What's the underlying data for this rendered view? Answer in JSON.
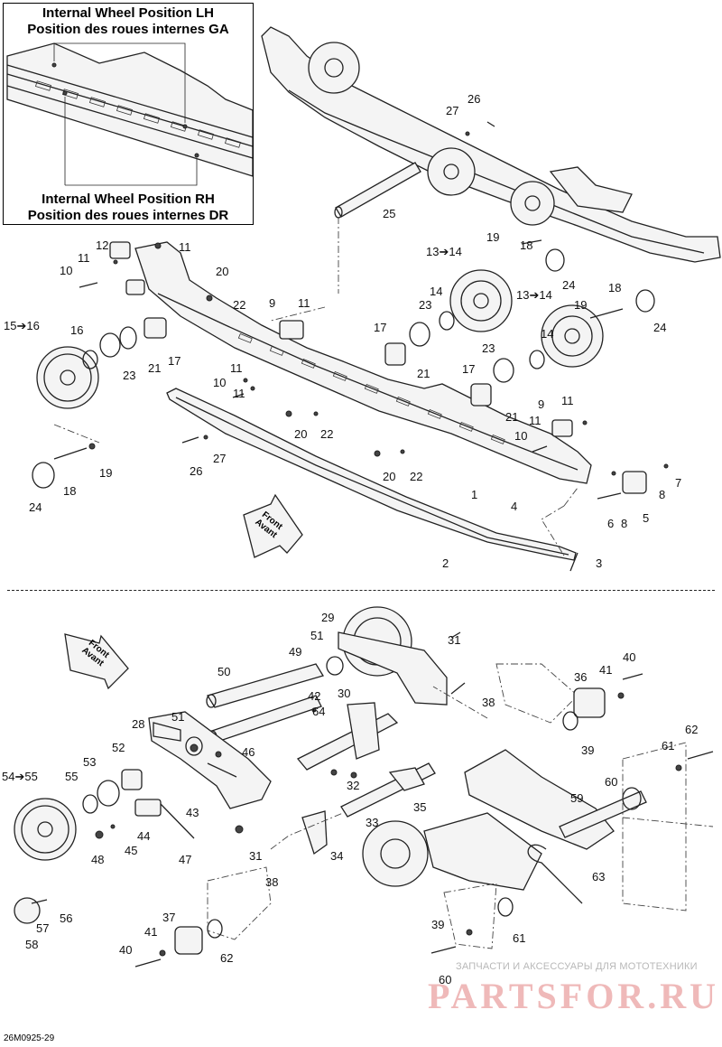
{
  "inset": {
    "title_lh_en": "Internal Wheel Position LH",
    "title_lh_fr": "Position des roues internes GA",
    "title_rh_en": "Internal Wheel Position RH",
    "title_rh_fr": "Position des roues internes DR"
  },
  "front_arrows": [
    {
      "line1": "Front",
      "line2": "Avant"
    },
    {
      "line1": "Front",
      "line2": "Avant"
    }
  ],
  "callouts_upper": [
    "11",
    "12",
    "10",
    "11",
    "20",
    "22",
    "9",
    "11",
    "15➔16",
    "16",
    "23",
    "21",
    "17",
    "11",
    "10",
    "11",
    "20",
    "22",
    "20",
    "22",
    "26",
    "27",
    "19",
    "18",
    "24",
    "13➔14",
    "19",
    "18",
    "14",
    "23",
    "17",
    "21",
    "24",
    "13➔14",
    "19",
    "18",
    "14",
    "23",
    "17",
    "21",
    "9",
    "11",
    "11",
    "10",
    "7",
    "8",
    "6",
    "5",
    "4",
    "1",
    "2",
    "3",
    "8",
    "25",
    "27",
    "26",
    "24"
  ],
  "callouts_lower": [
    "29",
    "51",
    "31",
    "50",
    "49",
    "42",
    "64",
    "30",
    "40",
    "36",
    "41",
    "38",
    "51",
    "28",
    "46",
    "52",
    "53",
    "54➔55",
    "55",
    "43",
    "44",
    "45",
    "48",
    "47",
    "32",
    "35",
    "33",
    "34",
    "31",
    "38",
    "59",
    "60",
    "61",
    "62",
    "63",
    "56",
    "57",
    "58",
    "37",
    "41",
    "40",
    "39",
    "61",
    "60",
    "62",
    "39"
  ],
  "doc_code": "26M0925-29",
  "watermark": {
    "caption": "ЗАПЧАСТИ И АКСЕССУАРЫ ДЛЯ МОТОТЕХНИКИ",
    "brand": "PARTSFOR.RU"
  }
}
